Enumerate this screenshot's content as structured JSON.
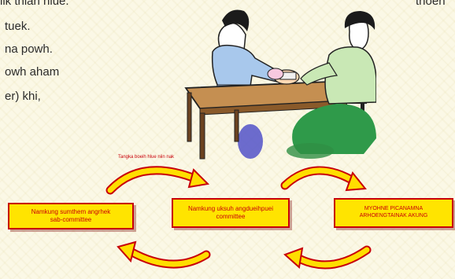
{
  "text_lines": [
    "lik thlan hlue.",
    "tuek.",
    "na powh.",
    "owh aham",
    "er) khi,",
    "thoen"
  ],
  "flow": {
    "caption": "Tangka boeih hlue niin nak",
    "boxes": [
      {
        "line1": "Namkung sumthem angrhek",
        "line2": "sab-committee"
      },
      {
        "line1": "Namkung uksuh angdueihpuei",
        "line2": "committee"
      },
      {
        "line1": "MYOHNE PICANAMNA",
        "line2": "ARHOENGTAINAK AKUNG"
      }
    ]
  },
  "colors": {
    "box_fill": "#ffe400",
    "box_border": "#c8000a",
    "arrow_yellow": "#ffde00",
    "arrow_red": "#c8000a"
  }
}
